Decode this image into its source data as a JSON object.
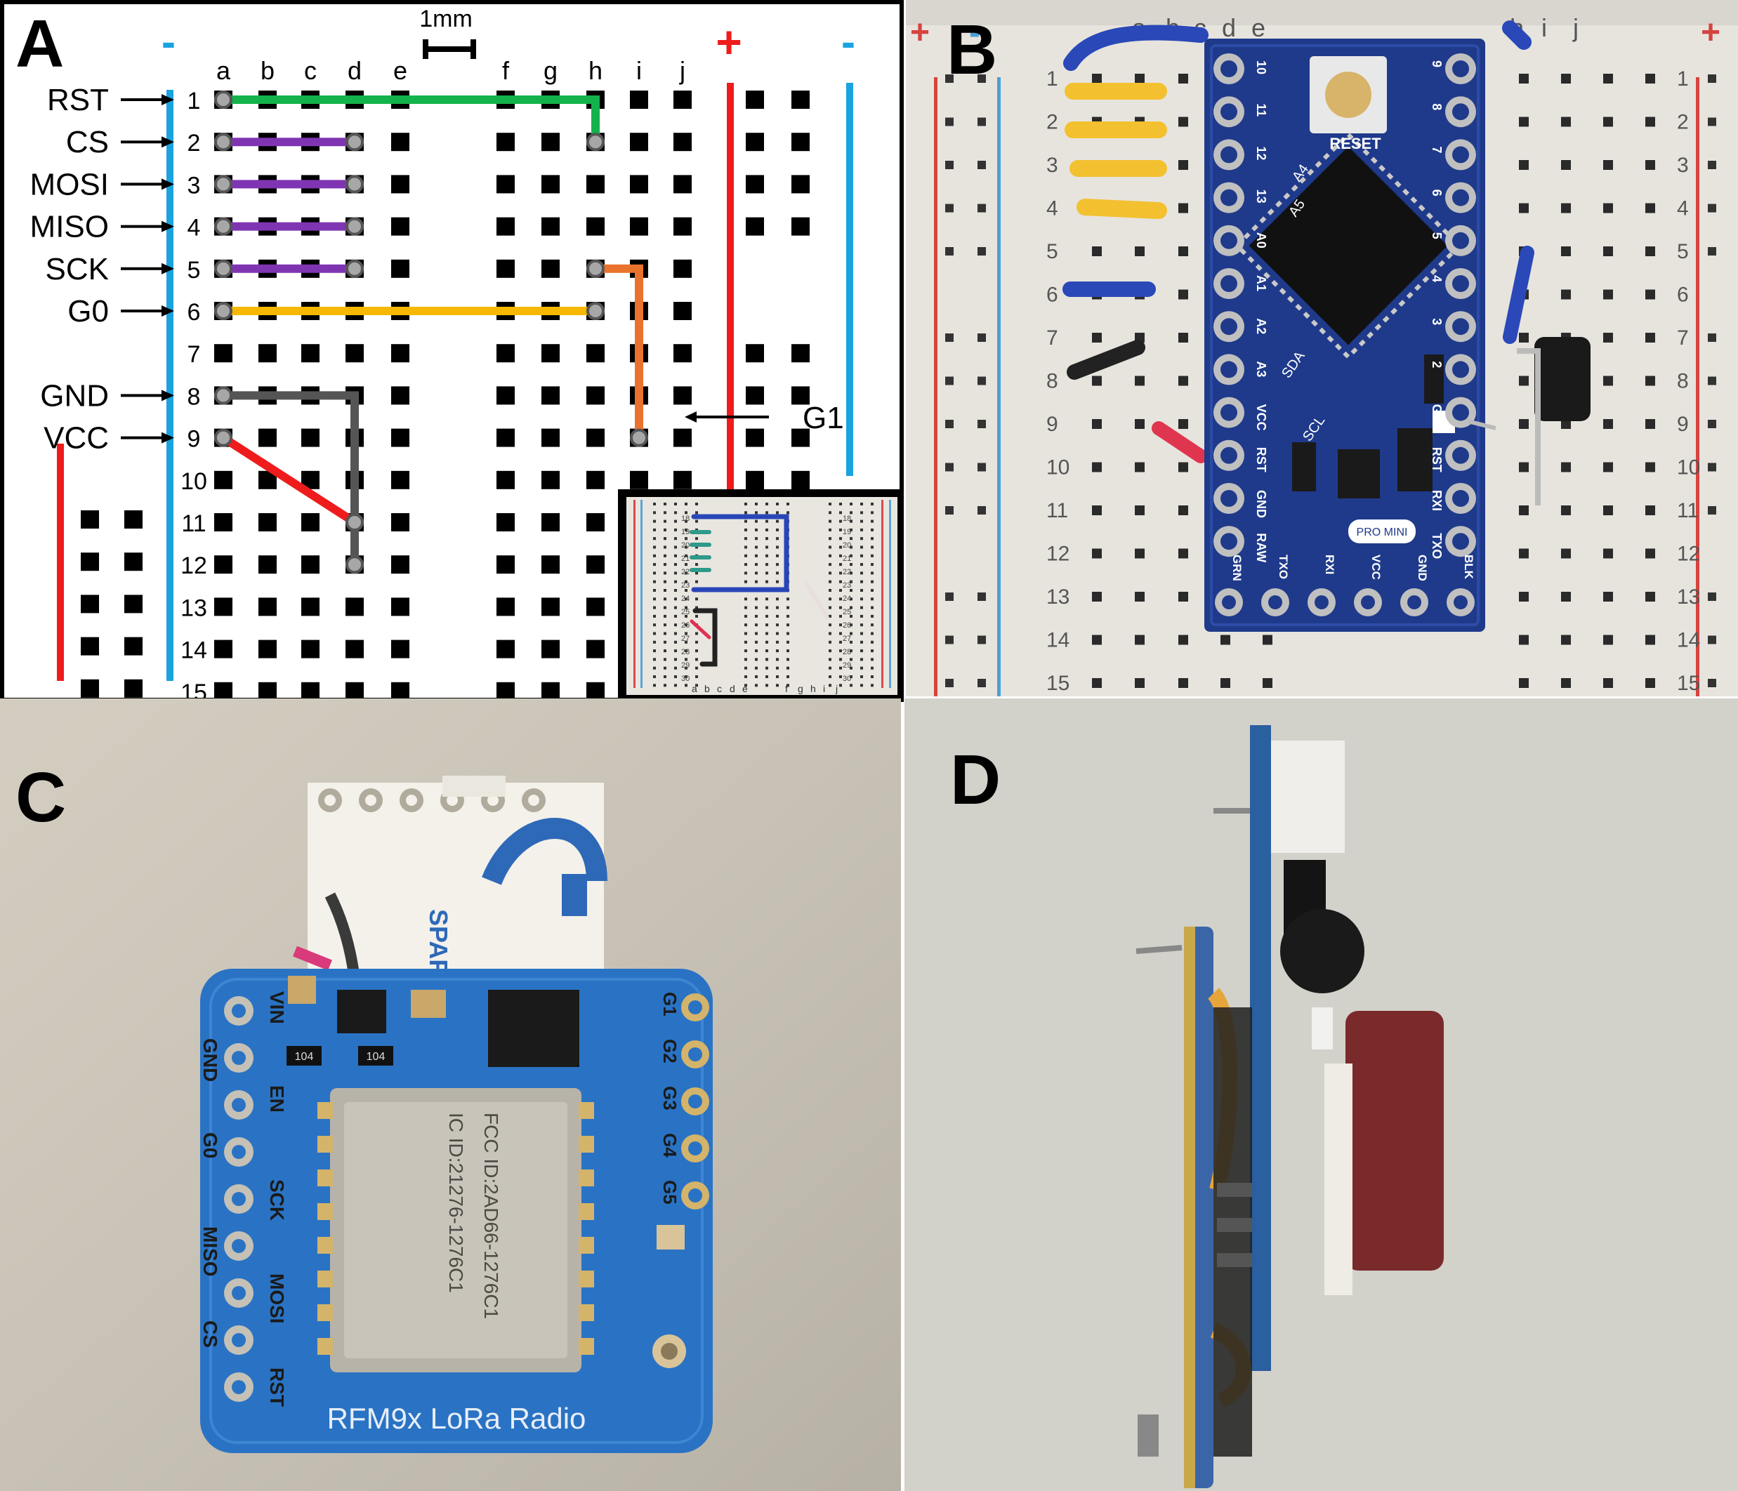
{
  "panels": {
    "a": {
      "letter": "A"
    },
    "b": {
      "letter": "B"
    },
    "c": {
      "letter": "C"
    },
    "d": {
      "letter": "D"
    }
  },
  "breadboard": {
    "scale_label": "1mm",
    "minus_sign": "-",
    "plus_sign": "+",
    "columns": [
      "a",
      "b",
      "c",
      "d",
      "e",
      "f",
      "g",
      "h",
      "i",
      "j"
    ],
    "rows": [
      "1",
      "2",
      "3",
      "4",
      "5",
      "6",
      "7",
      "8",
      "9",
      "10",
      "11",
      "12",
      "13",
      "14",
      "15"
    ],
    "pin_labels": [
      {
        "label": "RST",
        "row": 1
      },
      {
        "label": "CS",
        "row": 2
      },
      {
        "label": "MOSI",
        "row": 3
      },
      {
        "label": "MISO",
        "row": 4
      },
      {
        "label": "SCK",
        "row": 5
      },
      {
        "label": "G0",
        "row": 6
      },
      {
        "label": "GND",
        "row": 8
      },
      {
        "label": "VCC",
        "row": 9
      }
    ],
    "g1_label": "G1",
    "wire_colors": {
      "rst": "#14b24a",
      "spi": "#7f35b2",
      "g0": "#f6b800",
      "g1": "#e9732d",
      "gnd": "#555555",
      "vcc": "#ee1c1c",
      "rail_neg": "#1aa3e0",
      "rail_pos": "#ee1c1c"
    }
  },
  "inset": {
    "row_numbers": [
      "18",
      "19",
      "20",
      "21",
      "22",
      "23",
      "24",
      "25",
      "26",
      "27",
      "28",
      "29",
      "30"
    ],
    "columns": [
      "a",
      "b",
      "c",
      "d",
      "e",
      "f",
      "g",
      "h",
      "i",
      "j"
    ]
  },
  "pro_mini": {
    "left_pins": [
      "10",
      "11",
      "12",
      "13",
      "A0",
      "A1",
      "A2",
      "A3",
      "VCC",
      "RST",
      "GND",
      "RAW"
    ],
    "right_pins": [
      "9",
      "8",
      "7",
      "6",
      "5",
      "4",
      "3",
      "2",
      "GND",
      "RST",
      "RXI",
      "TXO"
    ],
    "bottom_pins": [
      "GRN",
      "TXO",
      "RXI",
      "VCC",
      "GND",
      "BLK"
    ],
    "chip_labels": [
      "A4",
      "A5",
      "SDA",
      "SCL"
    ],
    "reset_label": "RESET",
    "badge": "PRO MINI",
    "rows": [
      "1",
      "2",
      "3",
      "4",
      "5",
      "6",
      "7",
      "8",
      "9",
      "10",
      "11",
      "12",
      "13",
      "14",
      "15"
    ],
    "columns": [
      "a",
      "b",
      "c",
      "d",
      "e",
      "h",
      "i",
      "j"
    ]
  },
  "lora": {
    "title": "RFM9x LoRa Radio",
    "left_pins": [
      "VIN",
      "GND",
      "EN",
      "G0",
      "SCK",
      "MISO",
      "MOSI",
      "CS",
      "RST"
    ],
    "right_pins": [
      "G1",
      "G2",
      "G3",
      "G4",
      "G5"
    ],
    "shield_line1": "FCC ID:2AD66-1276C1",
    "shield_line2": "IC  ID:21276-1276C1",
    "resistor_marks": [
      "104",
      "104"
    ],
    "brand": "SPARKFUN"
  }
}
